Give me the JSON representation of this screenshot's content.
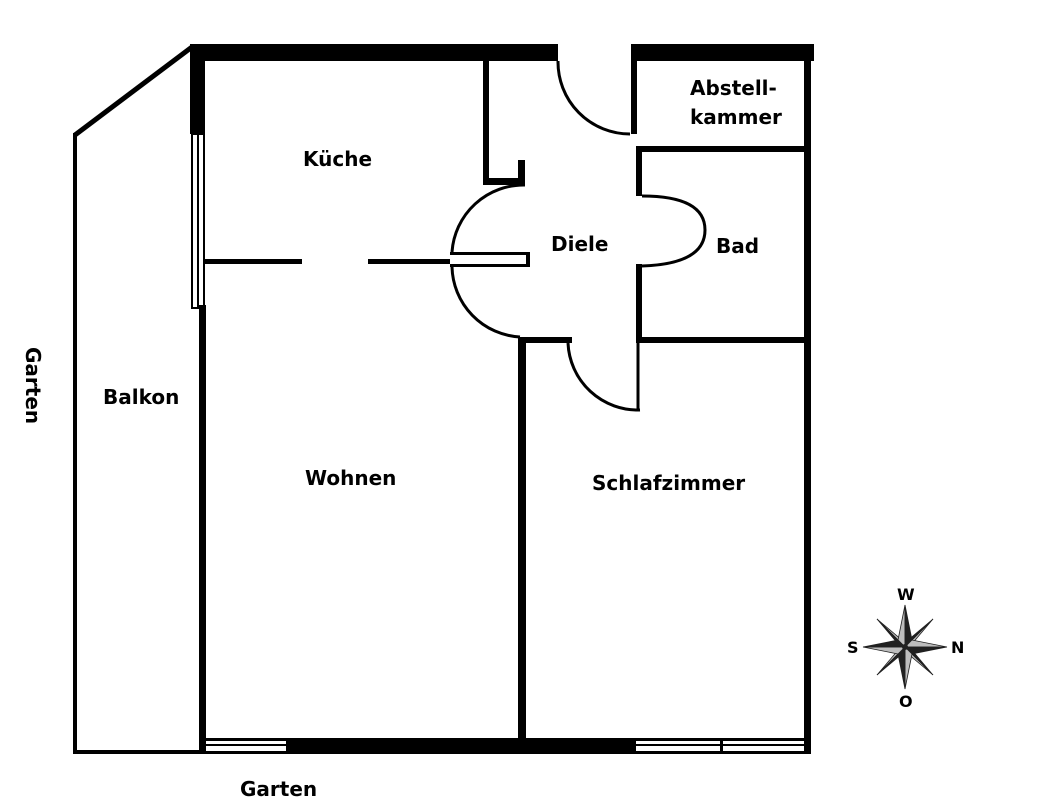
{
  "rooms": {
    "kueche": "Küche",
    "diele": "Diele",
    "bad": "Bad",
    "abstellkammer_line1": "Abstell-",
    "abstellkammer_line2": "kammer",
    "balkon": "Balkon",
    "wohnen": "Wohnen",
    "schlafzimmer": "Schlafzimmer"
  },
  "surroundings": {
    "garden_west": "Garten",
    "garden_south": "Garten"
  },
  "compass": {
    "top": "W",
    "left": "S",
    "right": "N",
    "bottom": "O"
  },
  "colors": {
    "wall": "#000000",
    "background": "#ffffff",
    "compass_light": "#bdbdbd",
    "compass_dark": "#202020"
  }
}
